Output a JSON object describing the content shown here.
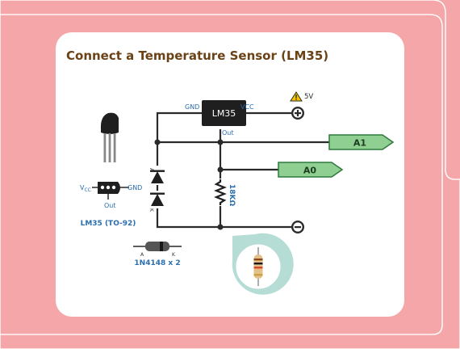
{
  "title": "Connect a Temperature Sensor (LM35)",
  "circuit": {
    "ic_label": "LM35",
    "pin_gnd": "GND",
    "pin_vcc": "VCC",
    "pin_out": "Out",
    "supply": "5V",
    "pin_a1": "A1",
    "pin_a0": "A0",
    "resistor_value": "18KΩ",
    "diode_anode": "A",
    "diode_cathode": "K",
    "plus_symbol": "+",
    "minus_symbol": "−"
  },
  "package": {
    "vcc_prefix": "V",
    "vcc_sub": "CC",
    "gnd": "GND",
    "out": "Out",
    "caption": "LM35 (TO-92)"
  },
  "diode_part": {
    "anode": "A",
    "cathode": "K",
    "caption": "1N4148 x 2"
  },
  "colors": {
    "background": "#f4a6a8",
    "card": "#ffffff",
    "title": "#6a4216",
    "wire": "#2a2a2a",
    "ic_body": "#1f1f1f",
    "pin_label": "#2a6db0",
    "arrow_fill": "#8fcf92",
    "arrow_stroke": "#2f7a3d",
    "callout": "#b6dcd6",
    "warning": "#f5c400"
  },
  "icons": [
    "warning-icon",
    "plus-terminal-icon",
    "minus-terminal-icon",
    "to92-package-icon",
    "diode-icon",
    "resistor-icon"
  ]
}
